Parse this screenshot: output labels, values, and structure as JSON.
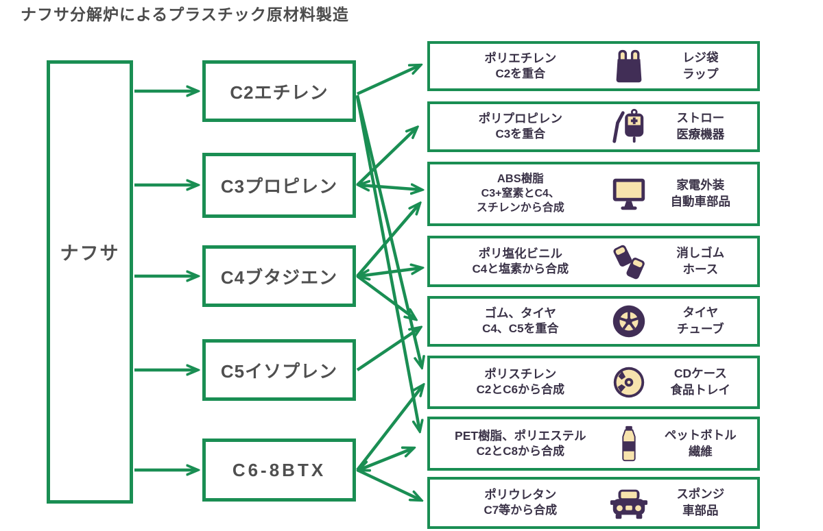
{
  "title": "ナフサ分解炉によるプラスチック原材料製造",
  "colors": {
    "line_green": "#1a8e53",
    "heading_gray": "#4b4b4b",
    "product_text": "#3a3247",
    "icon_purple": "#412e56",
    "icon_cream": "#f7e3ad"
  },
  "source": {
    "label": "ナフサ"
  },
  "intermediates": [
    {
      "label": "C2エチレン"
    },
    {
      "label": "C3プロピレン"
    },
    {
      "label": "C4ブタジエン"
    },
    {
      "label": "C5イソプレン"
    },
    {
      "label": "C6-8BTX"
    }
  ],
  "products": [
    {
      "name": "ポリエチレン",
      "process": "C2を重合",
      "icon": "shopping-bag-icon",
      "uses": "レジ袋\nラップ"
    },
    {
      "name": "ポリプロピレン",
      "process": "C3を重合",
      "icon": "iv-drip-straw-icon",
      "uses": "ストロー\n医療機器"
    },
    {
      "name": "ABS樹脂",
      "process": "C3+窒素とC4、\nスチレンから合成",
      "icon": "monitor-icon",
      "uses": "家電外装\n自動車部品"
    },
    {
      "name": "ポリ塩化ビニル",
      "process": "C4と塩素から合成",
      "icon": "eraser-icon",
      "uses": "消しゴム\nホース"
    },
    {
      "name": "ゴム、タイヤ",
      "process": "C4、C5を重合",
      "icon": "tire-icon",
      "uses": "タイヤ\nチューブ"
    },
    {
      "name": "ポリスチレン",
      "process": "C2とC6から合成",
      "icon": "cd-icon",
      "uses": "CDケース\n食品トレイ"
    },
    {
      "name": "PET樹脂、ポリエステル",
      "process": "C2とC8から合成",
      "icon": "pet-bottle-icon",
      "uses": "ペットボトル\n繊維"
    },
    {
      "name": "ポリウレタン",
      "process": "C7等から合成",
      "icon": "car-icon",
      "uses": "スポンジ\n車部品"
    }
  ],
  "connections": [
    {
      "from": "ナフサ",
      "to": "C2エチレン"
    },
    {
      "from": "ナフサ",
      "to": "C3プロピレン"
    },
    {
      "from": "ナフサ",
      "to": "C4ブタジエン"
    },
    {
      "from": "ナフサ",
      "to": "C5イソプレン"
    },
    {
      "from": "ナフサ",
      "to": "C6-8BTX"
    },
    {
      "from": "C2エチレン",
      "to": "ポリエチレン"
    },
    {
      "from": "C2エチレン",
      "to": "ポリスチレン"
    },
    {
      "from": "C2エチレン",
      "to": "PET樹脂、ポリエステル"
    },
    {
      "from": "C3プロピレン",
      "to": "ポリプロピレン"
    },
    {
      "from": "C3プロピレン",
      "to": "ABS樹脂"
    },
    {
      "from": "C4ブタジエン",
      "to": "ABS樹脂"
    },
    {
      "from": "C4ブタジエン",
      "to": "ポリ塩化ビニル"
    },
    {
      "from": "C4ブタジエン",
      "to": "ゴム、タイヤ"
    },
    {
      "from": "C5イソプレン",
      "to": "ゴム、タイヤ"
    },
    {
      "from": "C6-8BTX",
      "to": "ポリスチレン"
    },
    {
      "from": "C6-8BTX",
      "to": "PET樹脂、ポリエステル"
    },
    {
      "from": "C6-8BTX",
      "to": "ポリウレタン"
    }
  ]
}
